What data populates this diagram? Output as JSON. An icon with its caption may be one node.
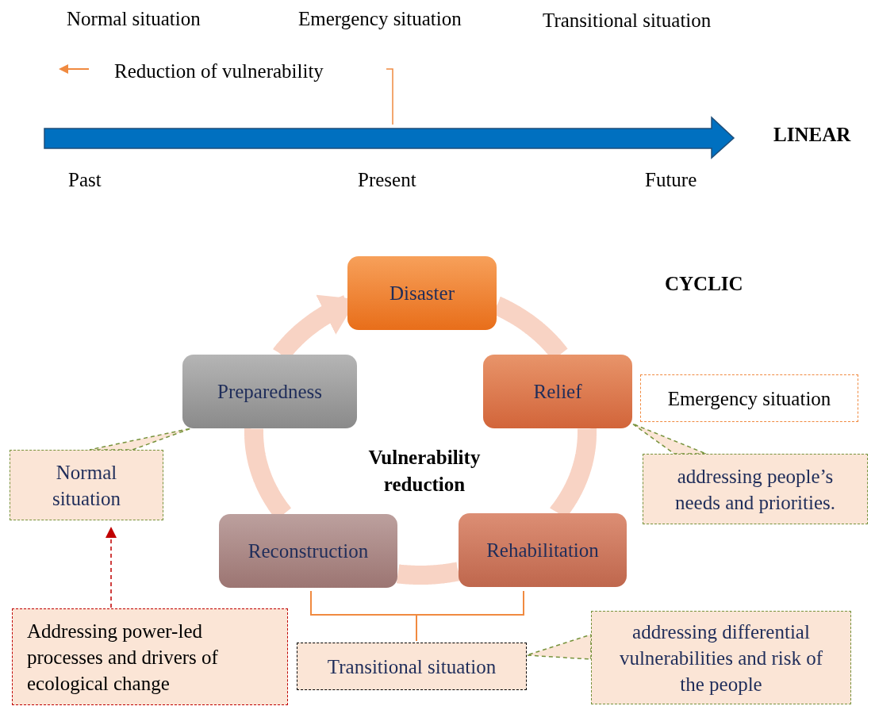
{
  "diagram": {
    "nodes": [
      {
        "text": [
          "Disaster"
        ]
      },
      {
        "text": [
          "Relief"
        ]
      },
      {
        "text": [
          "Rehabilitation"
        ]
      },
      {
        "text": [
          "Reconstruction"
        ]
      },
      {
        "text": [
          "Preparedness"
        ]
      },
      {
        "text": [
          "Emergency situation"
        ]
      },
      {
        "text": [
          "addressing people’s needs and priorities."
        ]
      },
      {
        "text": [
          "Normal situation"
        ]
      },
      {
        "text": [
          "Addressing power-led processes and drivers of ecological change"
        ]
      },
      {
        "text": [
          "Transitional situation"
        ]
      },
      {
        "text": [
          "addressing differential vulnerabilities and risk of the people"
        ]
      }
    ],
    "edges": [
      {
        "from": 0,
        "to": 1,
        "arrow": "none"
      },
      {
        "from": 1,
        "to": 2,
        "arrow": "none"
      },
      {
        "from": 2,
        "to": 3,
        "arrow": "none"
      },
      {
        "from": 3,
        "to": 4,
        "arrow": "none"
      },
      {
        "from": 4,
        "to": 0,
        "arrow": "to"
      },
      {
        "from": 6,
        "to": 1,
        "arrow": "none",
        "style": "dashed",
        "color": "#77933c"
      },
      {
        "from": 7,
        "to": 4,
        "arrow": "none",
        "style": "dashed",
        "color": "#77933c"
      },
      {
        "from": 8,
        "to": 7,
        "arrow": "to",
        "style": "dashed",
        "color": "#c00000"
      },
      {
        "from": 10,
        "to": 9,
        "arrow": "none",
        "style": "dashed",
        "color": "#77933c"
      }
    ],
    "labels": [
      "Normal situation",
      "Emergency situation",
      "Transitional situation",
      "Reduction of vulnerability",
      "LINEAR",
      "Past",
      "Present",
      "Future",
      "CYCLIC",
      "Vulnerability reduction"
    ]
  }
}
